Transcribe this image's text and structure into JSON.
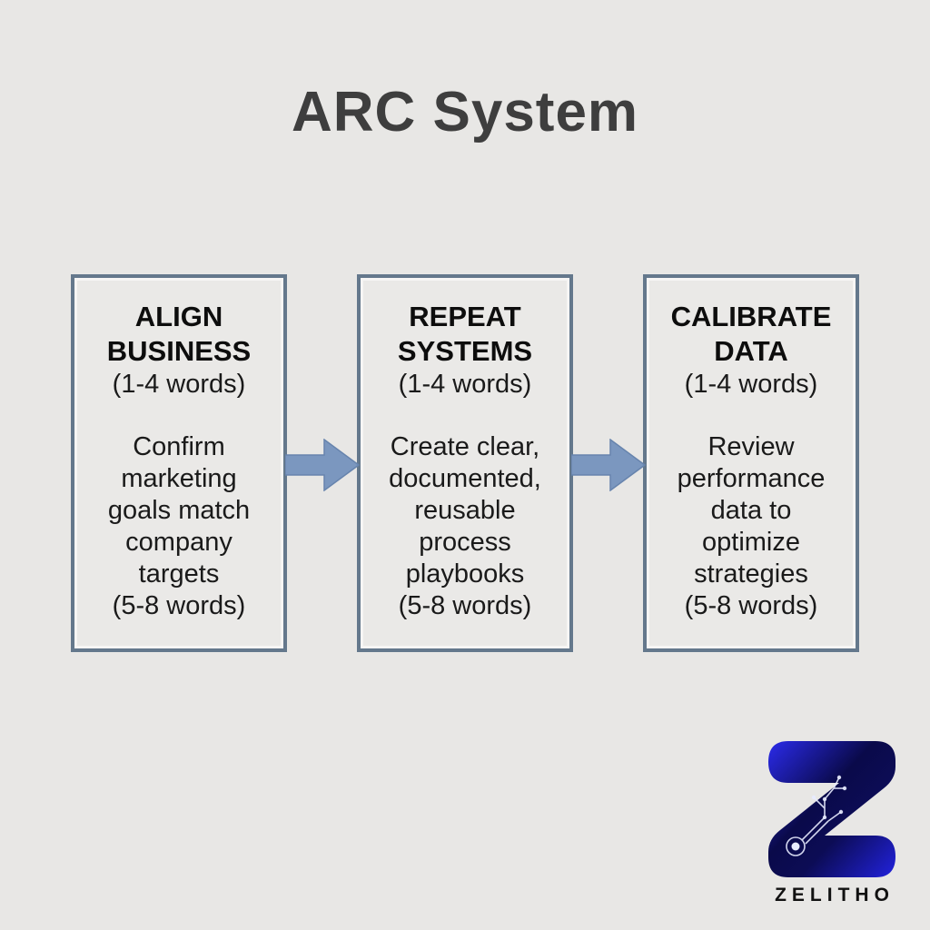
{
  "title": "ARC System",
  "diagram": {
    "steps": [
      {
        "heading": "ALIGN BUSINESS",
        "subheading": "(1-4 words)",
        "body": "Confirm marketing goals match company targets",
        "note": "(5-8 words)"
      },
      {
        "heading": "REPEAT SYSTEMS",
        "subheading": "(1-4 words)",
        "body": "Create clear, documented, reusable process playbooks",
        "note": "(5-8 words)"
      },
      {
        "heading": "CALIBRATE DATA",
        "subheading": "(1-4 words)",
        "body": "Review performance data to optimize strategies",
        "note": "(5-8 words)"
      }
    ],
    "arrow_icon": "arrow-right-icon"
  },
  "brand": {
    "name": "ZELITHO",
    "logo_icon": "zelitho-z-logo"
  },
  "colors": {
    "background": "#e8e7e5",
    "box_fill": "#eae9e7",
    "box_border": "#64788c",
    "arrow_fill": "#7b97bf",
    "arrow_stroke": "#6784ad",
    "title_text": "#3e3e3e",
    "body_text": "#1a1a1a",
    "logo_blue_bright": "#2b2beb",
    "logo_blue_dark": "#0a0a4a",
    "brand_text": "#111111"
  }
}
